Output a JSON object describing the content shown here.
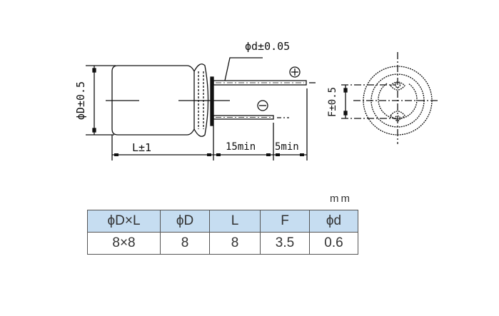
{
  "drawing": {
    "lead_diameter_label": "ϕd±0.05",
    "body_diameter_label": "ϕD±0.5",
    "length_label": "L±1",
    "lead_15_label": "15min",
    "lead_5_label": "5min",
    "pitch_label": "F±0.5",
    "positive_symbol": "⊕",
    "negative_symbol": "⊖"
  },
  "table": {
    "unit": "mm",
    "headers": [
      "ϕD×L",
      "ϕD",
      "L",
      "F",
      "ϕd"
    ],
    "rows": [
      [
        "8×8",
        "8",
        "8",
        "3.5",
        "0.6"
      ]
    ]
  }
}
